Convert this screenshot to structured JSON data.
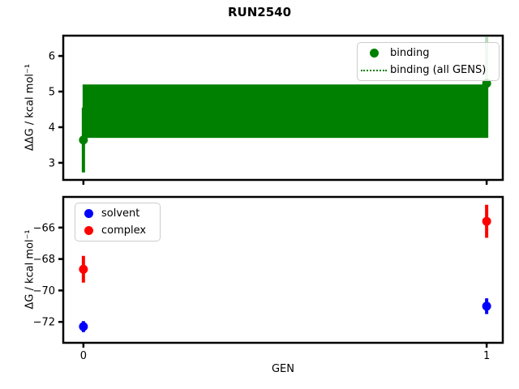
{
  "title": "RUN2540",
  "xlabel": "GEN",
  "colors": {
    "binding_green": "#008000",
    "binding_err_faint": "#b8dcb8",
    "solvent_blue": "#0000ff",
    "complex_red": "#ff0000",
    "spine_black": "#000000",
    "legend_border_gray": "#cccccc"
  },
  "chart_data": [
    {
      "type": "scatter",
      "name": "ddG-binding-panel",
      "ylabel": "ΔΔG / kcal mol⁻¹",
      "ylim": [
        2.52,
        6.57
      ],
      "xlim": [
        -0.05,
        1.04
      ],
      "yticks": [
        3,
        4,
        5,
        6
      ],
      "ytick_labels": [
        "3",
        "4",
        "5",
        "6"
      ],
      "xticks": [
        0,
        1
      ],
      "grid": false,
      "series": [
        {
          "name": "binding",
          "color": "#008000",
          "x": [
            0,
            1
          ],
          "y": [
            3.64,
            5.23
          ],
          "yerr": [
            0.91,
            1.3
          ],
          "yerr_colors": [
            "#008000",
            "#b8dcb8"
          ]
        }
      ],
      "band": {
        "name": "binding (all GENS)",
        "center": 4.45,
        "lo": 3.7,
        "hi": 5.2,
        "color": "#008000",
        "line_style": "dotted"
      },
      "legend": {
        "position": "upper right",
        "entries": [
          {
            "label": "binding",
            "marker": "circle",
            "color": "#008000"
          },
          {
            "label": "binding (all GENS)",
            "marker": "dotted-line",
            "color": "#008000"
          }
        ]
      }
    },
    {
      "type": "scatter",
      "name": "dG-panel",
      "ylabel": "ΔG / kcal mol⁻¹",
      "xlabel": "GEN",
      "ylim": [
        -73.33,
        -64.05
      ],
      "xlim": [
        -0.05,
        1.04
      ],
      "yticks": [
        -66,
        -68,
        -70,
        -72
      ],
      "ytick_labels": [
        "−66",
        "−68",
        "−70",
        "−72"
      ],
      "xticks": [
        0,
        1
      ],
      "xtick_labels": [
        "0",
        "1"
      ],
      "grid": false,
      "series": [
        {
          "name": "solvent",
          "color": "#0000ff",
          "x": [
            0,
            1
          ],
          "y": [
            -72.3,
            -71.0
          ],
          "yerr": [
            0.35,
            0.5
          ]
        },
        {
          "name": "complex",
          "color": "#ff0000",
          "x": [
            0,
            1
          ],
          "y": [
            -68.65,
            -65.6
          ],
          "yerr": [
            0.85,
            1.05
          ]
        }
      ],
      "legend": {
        "position": "upper left",
        "entries": [
          {
            "label": "solvent",
            "marker": "circle",
            "color": "#0000ff"
          },
          {
            "label": "complex",
            "marker": "circle",
            "color": "#ff0000"
          }
        ]
      }
    }
  ]
}
